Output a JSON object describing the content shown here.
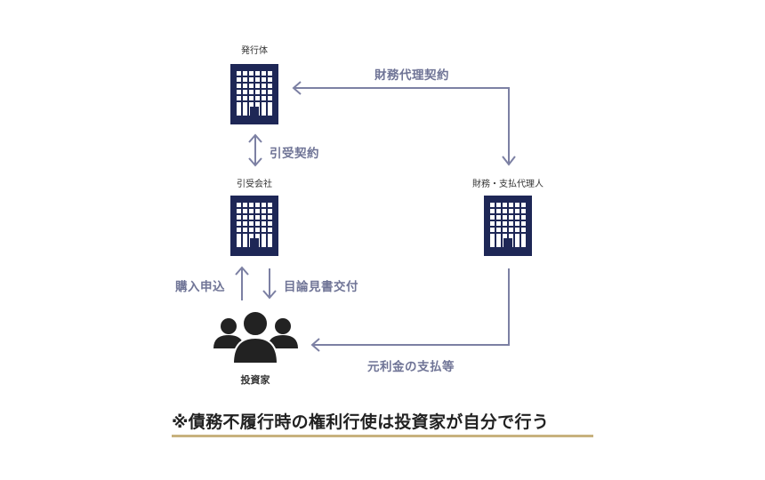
{
  "nodes": {
    "issuer": {
      "label": "発行体",
      "icon": "office-building-icon"
    },
    "underwriter": {
      "label": "引受会社",
      "icon": "office-building-icon"
    },
    "agent": {
      "label": "財務・支払代理人",
      "icon": "office-building-icon"
    },
    "investor": {
      "label": "投資家",
      "icon": "people-group-icon"
    }
  },
  "edges": {
    "fiscal_agency": "財務代理契約",
    "underwriting": "引受契約",
    "purchase_application": "購入申込",
    "prospectus_delivery": "目論見書交付",
    "payment": "元利金の支払等"
  },
  "footnote": "※債務不履行時の権利行使は投資家が自分で行う",
  "colors": {
    "building": "#1e2756",
    "arrow": "#7c80a3",
    "people": "#222222",
    "underline": "#c8b27e"
  }
}
